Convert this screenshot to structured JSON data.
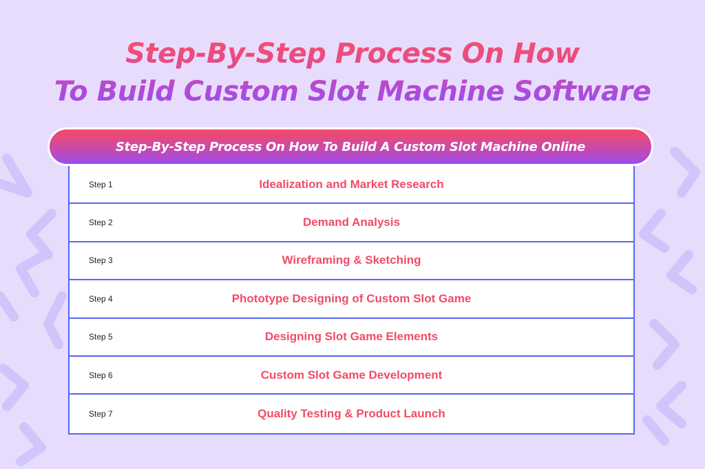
{
  "title": {
    "line1": "Step-By-Step Process On How",
    "line2": "To Build Custom Slot Machine Software"
  },
  "banner": "Step-By-Step Process On How To Build A Custom Slot Machine Online",
  "steps": [
    {
      "label": "Step 1",
      "text": "Idealization and Market Research"
    },
    {
      "label": "Step 2",
      "text": "Demand Analysis"
    },
    {
      "label": "Step 3",
      "text": "Wireframing & Sketching"
    },
    {
      "label": "Step 4",
      "text": "Phototype Designing of Custom Slot Game"
    },
    {
      "label": "Step 5",
      "text": "Designing Slot Game Elements"
    },
    {
      "label": "Step 6",
      "text": "Custom Slot Game Development"
    },
    {
      "label": "Step 7",
      "text": "Quality Testing & Product Launch"
    }
  ],
  "colors": {
    "background": "#e8dcfd",
    "accent_pink": "#f24b65",
    "accent_purple": "#9b4cf2",
    "border": "#5566f0"
  }
}
